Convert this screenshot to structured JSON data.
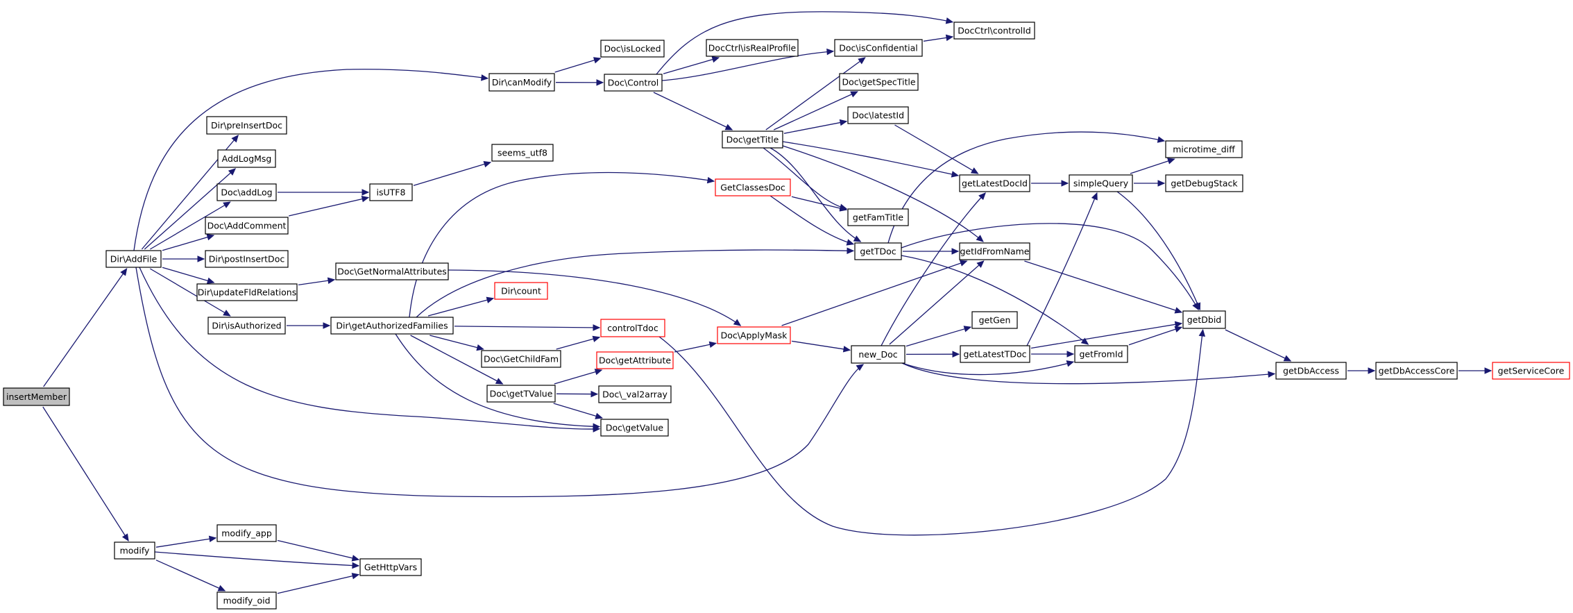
{
  "nodes": [
    {
      "id": "insertMember",
      "label": "insertMember",
      "root": true
    },
    {
      "id": "Dir_AddFile",
      "label": "Dir\\AddFile"
    },
    {
      "id": "modify",
      "label": "modify"
    },
    {
      "id": "Dir_canModify",
      "label": "Dir\\canModify"
    },
    {
      "id": "Dir_preInsertDoc",
      "label": "Dir\\preInsertDoc"
    },
    {
      "id": "AddLogMsg",
      "label": "AddLogMsg"
    },
    {
      "id": "Doc_addLog",
      "label": "Doc\\addLog"
    },
    {
      "id": "Doc_AddComment",
      "label": "Doc\\AddComment"
    },
    {
      "id": "Dir_postInsertDoc",
      "label": "Dir\\postInsertDoc"
    },
    {
      "id": "Dir_updateFldRelations",
      "label": "Dir\\updateFldRelations"
    },
    {
      "id": "Dir_isAuthorized",
      "label": "Dir\\isAuthorized"
    },
    {
      "id": "Doc_isLocked",
      "label": "Doc\\isLocked"
    },
    {
      "id": "Doc_Control",
      "label": "Doc\\Control"
    },
    {
      "id": "DocCtrl_isRealProfile",
      "label": "DocCtrl\\isRealProfile"
    },
    {
      "id": "Doc_isConfidential",
      "label": "Doc\\isConfidential"
    },
    {
      "id": "DocCtrl_controlId",
      "label": "DocCtrl\\controlId"
    },
    {
      "id": "Doc_getSpecTitle",
      "label": "Doc\\getSpecTitle"
    },
    {
      "id": "Doc_latestId",
      "label": "Doc\\latestId"
    },
    {
      "id": "Doc_getTitle",
      "label": "Doc\\getTitle"
    },
    {
      "id": "seems_utf8",
      "label": "seems_utf8"
    },
    {
      "id": "isUTF8",
      "label": "isUTF8"
    },
    {
      "id": "GetClassesDoc",
      "label": "GetClassesDoc",
      "truncated": true
    },
    {
      "id": "getFamTitle",
      "label": "getFamTitle"
    },
    {
      "id": "getTDoc",
      "label": "getTDoc"
    },
    {
      "id": "getIdFromName",
      "label": "getIdFromName"
    },
    {
      "id": "getLatestDocId",
      "label": "getLatestDocId"
    },
    {
      "id": "simpleQuery",
      "label": "simpleQuery"
    },
    {
      "id": "microtime_diff",
      "label": "microtime_diff"
    },
    {
      "id": "getDebugStack",
      "label": "getDebugStack"
    },
    {
      "id": "Doc_GetNormalAttributes",
      "label": "Doc\\GetNormalAttributes"
    },
    {
      "id": "Dir_count",
      "label": "Dir\\count",
      "truncated": true
    },
    {
      "id": "Dir_getAuthorizedFamilies",
      "label": "Dir\\getAuthorizedFamilies"
    },
    {
      "id": "controlTdoc",
      "label": "controlTdoc",
      "truncated": true
    },
    {
      "id": "Doc_ApplyMask",
      "label": "Doc\\ApplyMask",
      "truncated": true
    },
    {
      "id": "Doc_GetChildFam",
      "label": "Doc\\GetChildFam"
    },
    {
      "id": "Doc_getAttribute",
      "label": "Doc\\getAttribute",
      "truncated": true
    },
    {
      "id": "Doc_getTValue",
      "label": "Doc\\getTValue"
    },
    {
      "id": "Doc_val2array",
      "label": "Doc\\_val2array"
    },
    {
      "id": "Doc_getValue",
      "label": "Doc\\getValue"
    },
    {
      "id": "new_Doc",
      "label": "new_Doc"
    },
    {
      "id": "getGen",
      "label": "getGen"
    },
    {
      "id": "getLatestTDoc",
      "label": "getLatestTDoc"
    },
    {
      "id": "getFromId",
      "label": "getFromId"
    },
    {
      "id": "getDbid",
      "label": "getDbid"
    },
    {
      "id": "getDbAccess",
      "label": "getDbAccess"
    },
    {
      "id": "getDbAccessCore",
      "label": "getDbAccessCore"
    },
    {
      "id": "getServiceCore",
      "label": "getServiceCore",
      "truncated": true
    },
    {
      "id": "modify_app",
      "label": "modify_app"
    },
    {
      "id": "modify_oid",
      "label": "modify_oid"
    },
    {
      "id": "GetHttpVars",
      "label": "GetHttpVars"
    }
  ],
  "edges": [
    [
      "insertMember",
      "Dir_AddFile"
    ],
    [
      "insertMember",
      "modify"
    ],
    [
      "Dir_AddFile",
      "Dir_canModify"
    ],
    [
      "Dir_AddFile",
      "Dir_preInsertDoc"
    ],
    [
      "Dir_AddFile",
      "AddLogMsg"
    ],
    [
      "Dir_AddFile",
      "Doc_addLog"
    ],
    [
      "Dir_AddFile",
      "Doc_AddComment"
    ],
    [
      "Dir_AddFile",
      "Dir_postInsertDoc"
    ],
    [
      "Dir_AddFile",
      "Dir_updateFldRelations"
    ],
    [
      "Dir_AddFile",
      "Dir_isAuthorized"
    ],
    [
      "Dir_AddFile",
      "Doc_getValue"
    ],
    [
      "Dir_AddFile",
      "new_Doc"
    ],
    [
      "Dir_canModify",
      "Doc_isLocked"
    ],
    [
      "Dir_canModify",
      "Doc_Control"
    ],
    [
      "Doc_Control",
      "DocCtrl_isRealProfile"
    ],
    [
      "Doc_Control",
      "Doc_isConfidential"
    ],
    [
      "Doc_Control",
      "DocCtrl_controlId"
    ],
    [
      "Doc_Control",
      "Doc_getTitle"
    ],
    [
      "Doc_isConfidential",
      "DocCtrl_controlId"
    ],
    [
      "Doc_getTitle",
      "Doc_isConfidential"
    ],
    [
      "Doc_getTitle",
      "Doc_getSpecTitle"
    ],
    [
      "Doc_getTitle",
      "Doc_latestId"
    ],
    [
      "Doc_getTitle",
      "getLatestDocId"
    ],
    [
      "Doc_getTitle",
      "getFamTitle"
    ],
    [
      "Doc_getTitle",
      "getTDoc"
    ],
    [
      "Doc_getTitle",
      "getIdFromName"
    ],
    [
      "Doc_latestId",
      "getLatestDocId"
    ],
    [
      "Doc_addLog",
      "isUTF8"
    ],
    [
      "Doc_AddComment",
      "isUTF8"
    ],
    [
      "isUTF8",
      "seems_utf8"
    ],
    [
      "Dir_updateFldRelations",
      "Doc_GetNormalAttributes"
    ],
    [
      "Doc_GetNormalAttributes",
      "Doc_ApplyMask"
    ],
    [
      "Dir_isAuthorized",
      "Dir_getAuthorizedFamilies"
    ],
    [
      "Dir_getAuthorizedFamilies",
      "GetClassesDoc"
    ],
    [
      "Dir_getAuthorizedFamilies",
      "getTDoc"
    ],
    [
      "Dir_getAuthorizedFamilies",
      "Dir_count"
    ],
    [
      "Dir_getAuthorizedFamilies",
      "controlTdoc"
    ],
    [
      "Dir_getAuthorizedFamilies",
      "Doc_GetChildFam"
    ],
    [
      "Dir_getAuthorizedFamilies",
      "Doc_getTValue"
    ],
    [
      "Dir_getAuthorizedFamilies",
      "Doc_getValue"
    ],
    [
      "GetClassesDoc",
      "getFamTitle"
    ],
    [
      "GetClassesDoc",
      "getTDoc"
    ],
    [
      "Doc_GetChildFam",
      "controlTdoc"
    ],
    [
      "controlTdoc",
      "getDbid"
    ],
    [
      "Doc_getTValue",
      "Doc_getAttribute"
    ],
    [
      "Doc_getTValue",
      "Doc_val2array"
    ],
    [
      "Doc_getTValue",
      "Doc_getValue"
    ],
    [
      "Doc_getAttribute",
      "Doc_ApplyMask"
    ],
    [
      "Doc_ApplyMask",
      "getIdFromName"
    ],
    [
      "Doc_ApplyMask",
      "new_Doc"
    ],
    [
      "getTDoc",
      "microtime_diff"
    ],
    [
      "getTDoc",
      "getIdFromName"
    ],
    [
      "getTDoc",
      "getFromId"
    ],
    [
      "getTDoc",
      "getDbid"
    ],
    [
      "getIdFromName",
      "getDbid"
    ],
    [
      "getLatestDocId",
      "simpleQuery"
    ],
    [
      "simpleQuery",
      "microtime_diff"
    ],
    [
      "simpleQuery",
      "getDebugStack"
    ],
    [
      "simpleQuery",
      "getDbid"
    ],
    [
      "new_Doc",
      "getLatestDocId"
    ],
    [
      "new_Doc",
      "getIdFromName"
    ],
    [
      "new_Doc",
      "getGen"
    ],
    [
      "new_Doc",
      "getLatestTDoc"
    ],
    [
      "new_Doc",
      "getFromId"
    ],
    [
      "new_Doc",
      "getDbAccess"
    ],
    [
      "getLatestTDoc",
      "simpleQuery"
    ],
    [
      "getLatestTDoc",
      "getFromId"
    ],
    [
      "getLatestTDoc",
      "getDbid"
    ],
    [
      "getFromId",
      "getDbid"
    ],
    [
      "getDbid",
      "getDbAccess"
    ],
    [
      "getDbAccess",
      "getDbAccessCore"
    ],
    [
      "getDbAccessCore",
      "getServiceCore"
    ],
    [
      "modify",
      "modify_app"
    ],
    [
      "modify",
      "GetHttpVars"
    ],
    [
      "modify",
      "modify_oid"
    ],
    [
      "modify_app",
      "GetHttpVars"
    ],
    [
      "modify_oid",
      "GetHttpVars"
    ]
  ]
}
